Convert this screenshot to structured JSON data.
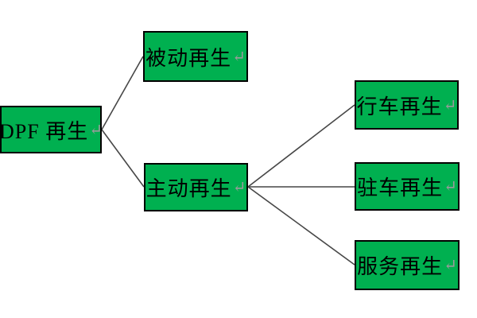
{
  "diagram_title": "DPF regeneration tree diagram",
  "paragraph_mark": "↵",
  "nodes": {
    "dpf": {
      "label": "DPF 再生"
    },
    "passive": {
      "label": "被动再生"
    },
    "active": {
      "label": "主动再生"
    },
    "driving": {
      "label": "行车再生"
    },
    "parking": {
      "label": "驻车再生"
    },
    "service": {
      "label": "服务再生"
    }
  },
  "edges": [
    {
      "from": "dpf",
      "to": "passive"
    },
    {
      "from": "dpf",
      "to": "active"
    },
    {
      "from": "active",
      "to": "driving"
    },
    {
      "from": "active",
      "to": "parking"
    },
    {
      "from": "active",
      "to": "service"
    }
  ],
  "colors": {
    "node_fill": "#00b050",
    "node_border": "#000000",
    "connector": "#474747",
    "paragraph_mark": "#9a9a9a",
    "background": "#ffffff"
  }
}
